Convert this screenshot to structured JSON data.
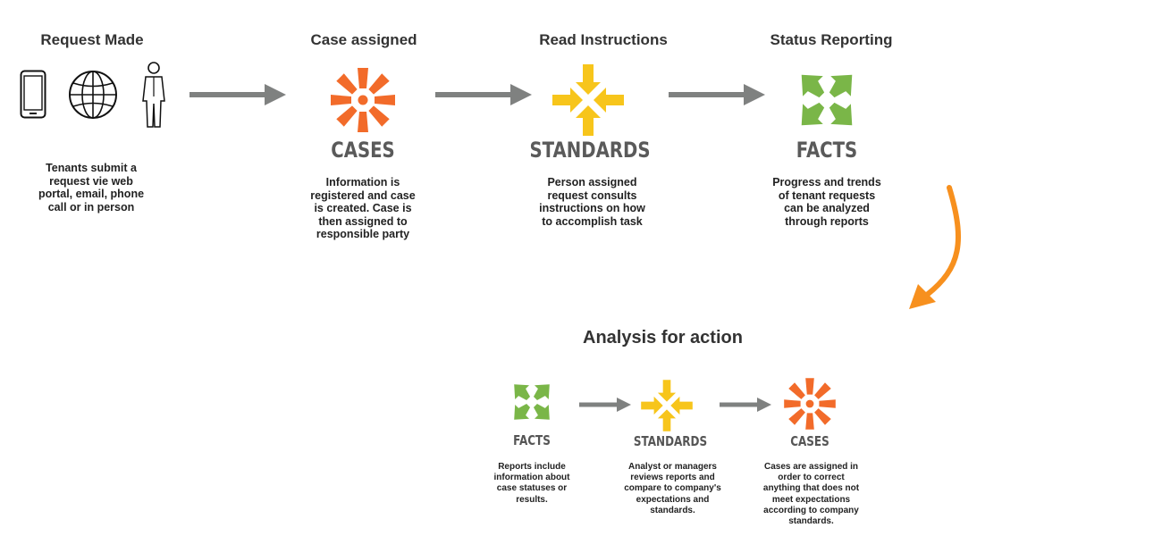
{
  "steps": [
    {
      "title": "Request Made",
      "desc": "Tenants submit a\nrequest vie web\nportal, email, phone\ncall or in person",
      "icons": [
        "phone-icon",
        "globe-icon",
        "person-icon"
      ]
    },
    {
      "title": "Case assigned",
      "logo": "CASES",
      "logo_icon": "cases-asterisk-icon",
      "desc": "Information is\nregistered and  case\nis created. Case is\nthen assigned to\nresponsible party"
    },
    {
      "title": "Read Instructions",
      "logo": "STANDARDS",
      "logo_icon": "standards-arrows-icon",
      "desc": "Person assigned\nrequest consults\ninstructions on how\nto accomplish task"
    },
    {
      "title": "Status Reporting",
      "logo": "FACTS",
      "logo_icon": "facts-arrows-icon",
      "desc": "Progress and trends\nof tenant requests\ncan be analyzed\nthrough reports"
    }
  ],
  "analysis": {
    "title": "Analysis for action",
    "items": [
      {
        "logo": "FACTS",
        "desc": "Reports include\ninformation about\ncase statuses or\nresults."
      },
      {
        "logo": "STANDARDS",
        "desc": "Analyst or managers\nreviews reports and\ncompare to company's\nexpectations and\nstandards."
      },
      {
        "logo": "CASES",
        "desc": "Cases are assigned in\norder to correct\nanything that does not\nmeet expectations\naccording to company\nstandards."
      }
    ]
  },
  "colors": {
    "cases": "#f26b2a",
    "standards": "#f7c51b",
    "facts": "#7ab648",
    "arrow_gray": "#7f8180",
    "arrow_orange": "#f7901e"
  }
}
